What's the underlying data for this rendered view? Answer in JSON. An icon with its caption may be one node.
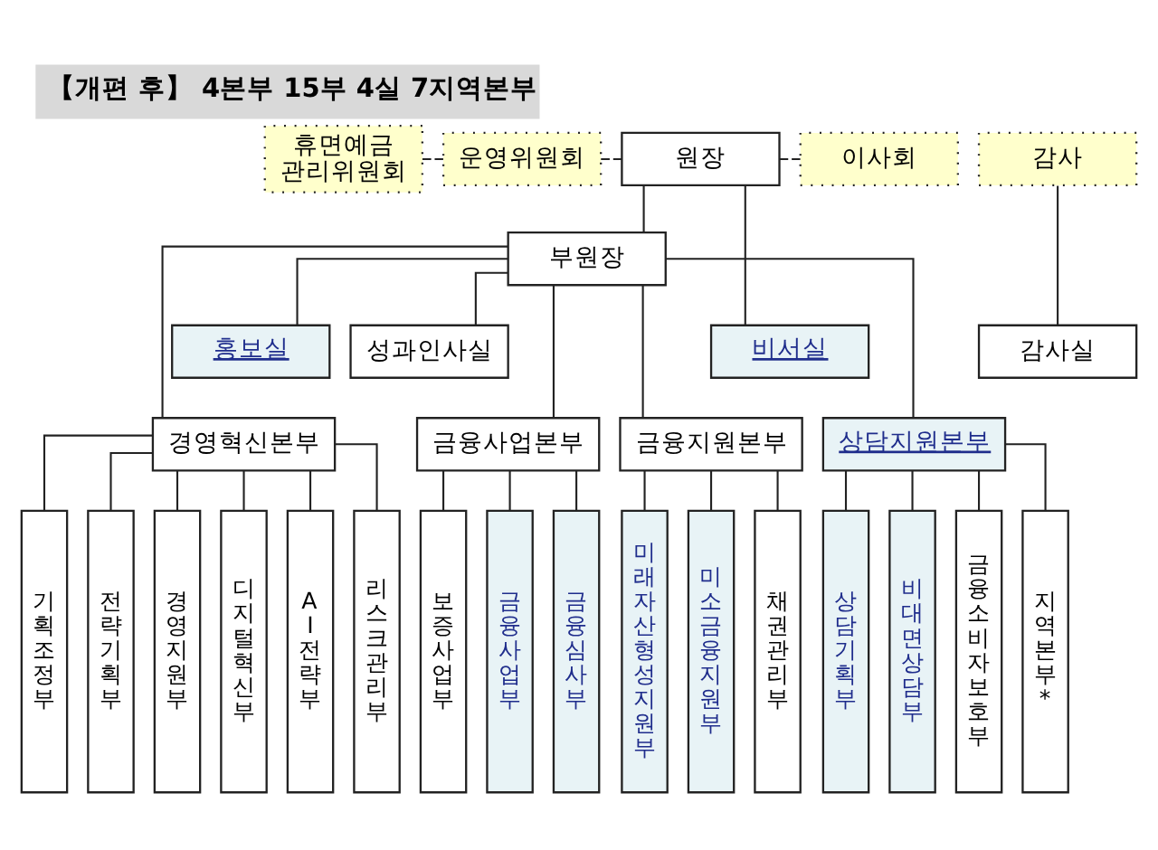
{
  "diagram": {
    "title": "【개편 후】 4본부 15부 4실 7지역본부",
    "nodes": [
      {
        "text": [
          "휴면예금 관리위원회"
        ]
      },
      {
        "text": [
          "운영위원회"
        ]
      },
      {
        "text": [
          "원장"
        ]
      },
      {
        "text": [
          "이사회"
        ]
      },
      {
        "text": [
          "감사"
        ]
      },
      {
        "text": [
          "부원장"
        ]
      },
      {
        "text": [
          "홍보실"
        ]
      },
      {
        "text": [
          "성과인사실"
        ]
      },
      {
        "text": [
          "비서실"
        ]
      },
      {
        "text": [
          "감사실"
        ]
      },
      {
        "text": [
          "경영혁신본부"
        ]
      },
      {
        "text": [
          "금융사업본부"
        ]
      },
      {
        "text": [
          "금융지원본부"
        ]
      },
      {
        "text": [
          "상담지원본부"
        ]
      },
      {
        "text": [
          "기획조정부"
        ]
      },
      {
        "text": [
          "전략기획부"
        ]
      },
      {
        "text": [
          "경영지원부"
        ]
      },
      {
        "text": [
          "디지털혁신부"
        ]
      },
      {
        "text": [
          "AI전략부"
        ]
      },
      {
        "text": [
          "리스크관리부"
        ]
      },
      {
        "text": [
          "보증사업부"
        ]
      },
      {
        "text": [
          "금융사업부"
        ]
      },
      {
        "text": [
          "금융심사부"
        ]
      },
      {
        "text": [
          "미래자산형성지원부"
        ]
      },
      {
        "text": [
          "미소금융지원부"
        ]
      },
      {
        "text": [
          "채권관리부"
        ]
      },
      {
        "text": [
          "상담기획부"
        ]
      },
      {
        "text": [
          "비대면상담부"
        ]
      },
      {
        "text": [
          "금융소비자보호부"
        ]
      },
      {
        "text": [
          "지역본부*"
        ]
      }
    ],
    "edges": [
      {
        "from": 0,
        "to": 1,
        "arrow": "none",
        "style": "dashed"
      },
      {
        "from": 1,
        "to": 2,
        "arrow": "none",
        "style": "dashed"
      },
      {
        "from": 2,
        "to": 3,
        "arrow": "none",
        "style": "dashed"
      },
      {
        "from": 2,
        "to": 5,
        "arrow": "none"
      },
      {
        "from": 2,
        "to": 8,
        "arrow": "none"
      },
      {
        "from": 4,
        "to": 9,
        "arrow": "none"
      },
      {
        "from": 5,
        "to": 6,
        "arrow": "none"
      },
      {
        "from": 5,
        "to": 7,
        "arrow": "none"
      },
      {
        "from": 5,
        "to": 10,
        "arrow": "none"
      },
      {
        "from": 5,
        "to": 11,
        "arrow": "none"
      },
      {
        "from": 5,
        "to": 12,
        "arrow": "none"
      },
      {
        "from": 5,
        "to": 13,
        "arrow": "none"
      },
      {
        "from": 10,
        "to": 14,
        "arrow": "none"
      },
      {
        "from": 10,
        "to": 15,
        "arrow": "none"
      },
      {
        "from": 10,
        "to": 16,
        "arrow": "none"
      },
      {
        "from": 10,
        "to": 17,
        "arrow": "none"
      },
      {
        "from": 10,
        "to": 18,
        "arrow": "none"
      },
      {
        "from": 10,
        "to": 19,
        "arrow": "none"
      },
      {
        "from": 11,
        "to": 20,
        "arrow": "none"
      },
      {
        "from": 11,
        "to": 21,
        "arrow": "none"
      },
      {
        "from": 11,
        "to": 22,
        "arrow": "none"
      },
      {
        "from": 12,
        "to": 23,
        "arrow": "none"
      },
      {
        "from": 12,
        "to": 24,
        "arrow": "none"
      },
      {
        "from": 12,
        "to": 25,
        "arrow": "none"
      },
      {
        "from": 13,
        "to": 26,
        "arrow": "none"
      },
      {
        "from": 13,
        "to": 27,
        "arrow": "none"
      },
      {
        "from": 13,
        "to": 28,
        "arrow": "none"
      },
      {
        "from": 13,
        "to": 29,
        "arrow": "none"
      }
    ]
  }
}
